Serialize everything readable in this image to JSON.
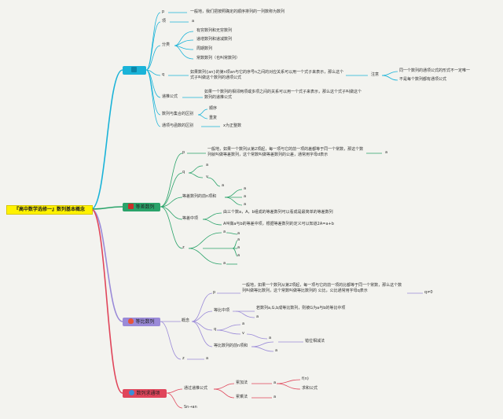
{
  "root": {
    "label": "『高中数学选修一』数列基本概念"
  },
  "colors": {
    "blue": "#1ab3d8",
    "green": "#2aa36a",
    "purple": "#9a8ad8",
    "red": "#e0455a",
    "root": "#fff200"
  },
  "b1": {
    "label": "",
    "n1": "p",
    "n1a": "一般地，我们把按照确定的顺序排列的一列数称为数列",
    "n2": "项",
    "n2a": "a",
    "n3": "分类",
    "n3a": "有穷数列和无穷数列",
    "n3b": "递增数列和递减数列",
    "n3c": "周期数列",
    "n3d": "常数数列（也叫常数列）",
    "n4": "q",
    "n4a": "如果数列{an}的第n项an与它的序号n之间的对应关系可以用一个式子来表示，那么这个式子叫做这个数列的通项公式",
    "n4b": "注意",
    "n4b1": "同一个数列的通项公式的形式不一定唯一",
    "n4b2": "不是每个数列都有通项公式",
    "n5": "递推公式",
    "n5a": "如果一个数列的相邻两项或多项之间的关系可以用一个式子来表示，那么这个式子叫做这个数列的递推公式",
    "n6": "数列与集合的区别",
    "n6a": "顺序",
    "n6b": "重复",
    "n7": "通项与函数的区别",
    "n7a": "x为正整数"
  },
  "b2": {
    "label": "等差数列",
    "n1": "p",
    "n1a": "一般地，如果一个数列从第2项起，每一项与它的前一项的差都等于同一个常数，那这个数列就叫做等差数列，这个常数叫做等差数列的公差，通常用字母d表示",
    "n1b": "a",
    "n2": "q",
    "n2a": "a",
    "n2b": "v",
    "n2c": "a",
    "n3": "等差数列的前n项和",
    "n3a": "a",
    "n3b": "a",
    "n3c": "a",
    "n4": "等差中项",
    "n4a": "由三个数a，A，b组成的等差数列可以看成是最简单的等差数列",
    "n4b": "A叫做a与b的等差中项，根据等差数列的定义可以知道2A=a+b",
    "n5": "z",
    "n5a": "a",
    "n5b": "a",
    "n5c": "a",
    "n5d": "a",
    "n5e": "a",
    "n5f": "a"
  },
  "b3": {
    "label": "等比数列",
    "n1": "概念",
    "n1a": "p",
    "n1a1": "一般地，如果一个数列从第2项起，每一项与它的前一项的比都等于同一个常数，那么这个数列叫做等比数列，这个常数叫做等比数列的 公比，公比通常用字母q表示",
    "n1a2": "q≠0",
    "n1b": "等比中项",
    "n1b1": "若数列a,G,b成等比数列，则被G为a与b的等比中项",
    "n1b2": "a",
    "n1c": "q",
    "n1c1": "a",
    "n1c2": "v",
    "n1d": "等比数列的前n项和",
    "n1d1": "a",
    "n1d2": "a",
    "n1d3": "错位相减法",
    "n2": "z",
    "n2a": "a"
  },
  "b4": {
    "label": "数列求通项",
    "n1": "通过递推公式",
    "n1a": "累加法",
    "n1a1": "a",
    "n1a2": "f(n)",
    "n1b": "累乘法",
    "n1b1": "a",
    "n1c": "求和公式",
    "n2": "Sn→an"
  }
}
